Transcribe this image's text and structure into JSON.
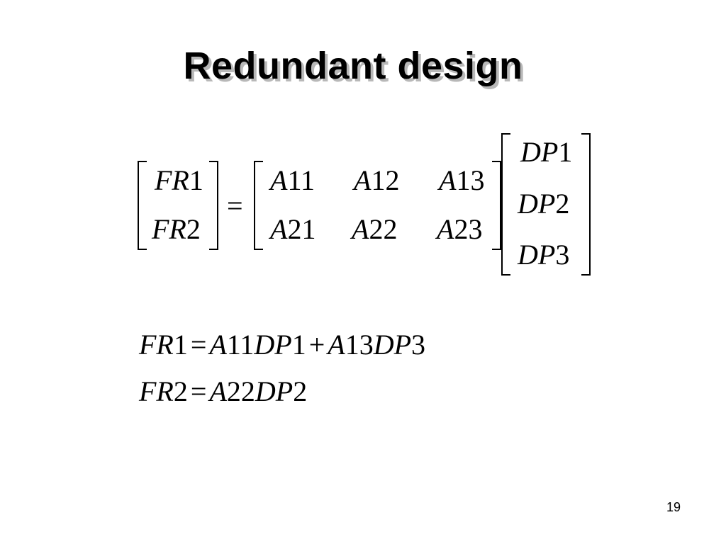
{
  "slide": {
    "title": "Redundant design",
    "page_number": "19"
  },
  "matrix_equation": {
    "fr_vector": [
      {
        "var": "FR",
        "idx": "1"
      },
      {
        "var": "FR",
        "idx": "2"
      }
    ],
    "equals": "=",
    "a_matrix": [
      [
        {
          "var": "A",
          "idx": "11"
        },
        {
          "var": "A",
          "idx": "12"
        },
        {
          "var": "A",
          "idx": "13"
        }
      ],
      [
        {
          "var": "A",
          "idx": "21"
        },
        {
          "var": "A",
          "idx": "22"
        },
        {
          "var": "A",
          "idx": "23"
        }
      ]
    ],
    "dp_vector": [
      {
        "var": "DP",
        "idx": "1"
      },
      {
        "var": "DP",
        "idx": "2"
      },
      {
        "var": "DP",
        "idx": "3"
      }
    ]
  },
  "expanded_equations": [
    {
      "lhs": {
        "var": "FR",
        "idx": "1"
      },
      "equals": "=",
      "terms": [
        {
          "a_var": "A",
          "a_idx": "11",
          "dp_var": "DP",
          "dp_idx": "1"
        },
        {
          "op": "+",
          "a_var": "A",
          "a_idx": "13",
          "dp_var": "DP",
          "dp_idx": "3"
        }
      ]
    },
    {
      "lhs": {
        "var": "FR",
        "idx": "2"
      },
      "equals": "=",
      "terms": [
        {
          "a_var": "A",
          "a_idx": "22",
          "dp_var": "DP",
          "dp_idx": "2"
        }
      ]
    }
  ]
}
